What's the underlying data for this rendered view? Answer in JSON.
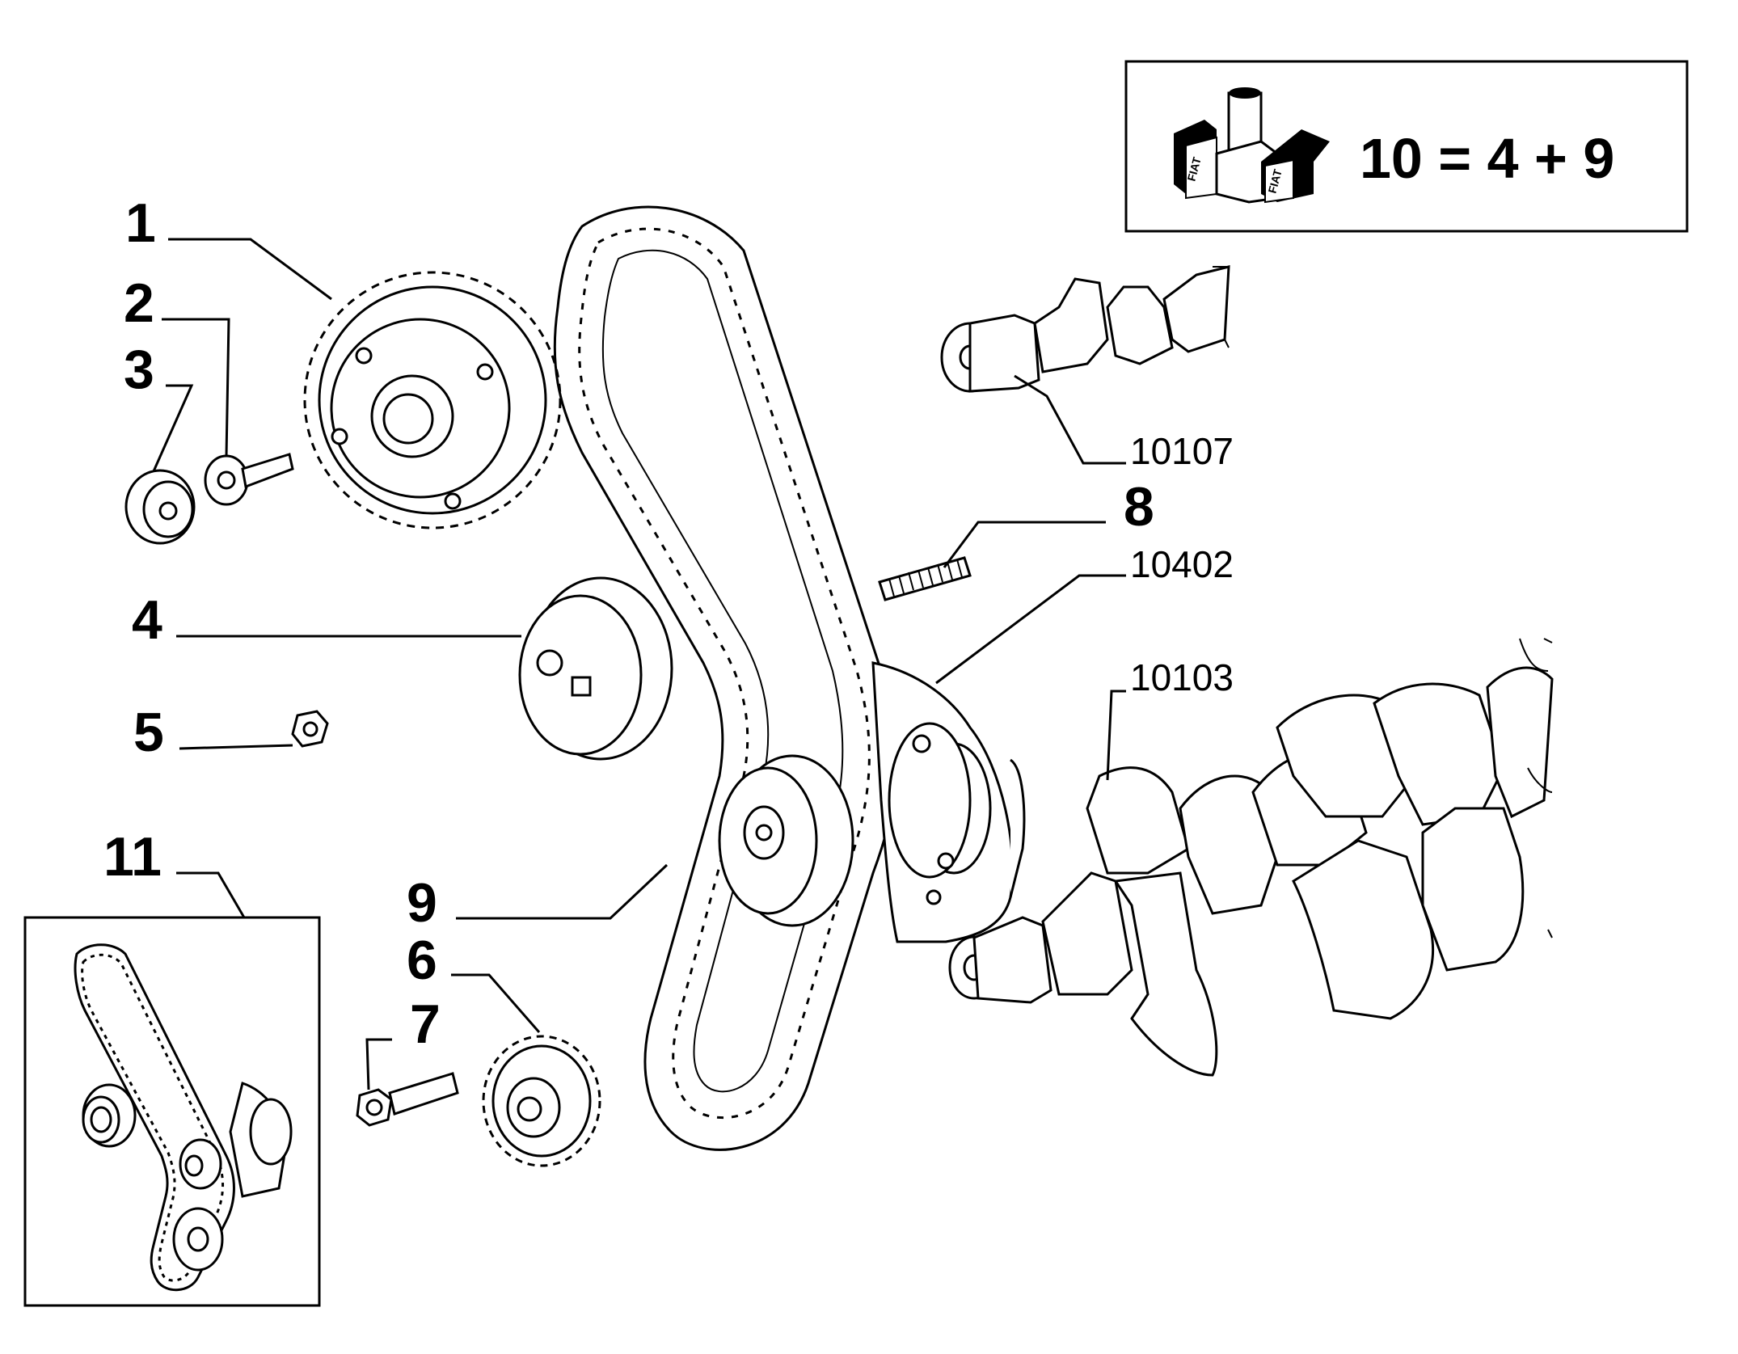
{
  "callouts": {
    "p1": "1",
    "p2": "2",
    "p3": "3",
    "p4": "4",
    "p5": "5",
    "p6": "6",
    "p7": "7",
    "p8": "8",
    "p9": "9",
    "p11": "11"
  },
  "references": {
    "r10107": "10107",
    "r10402": "10402",
    "r10103": "10103"
  },
  "kit_box": {
    "formula": "10 = 4 + 9",
    "logo_text": "FIAT"
  },
  "icons": [
    "kit-boxes-icon"
  ]
}
